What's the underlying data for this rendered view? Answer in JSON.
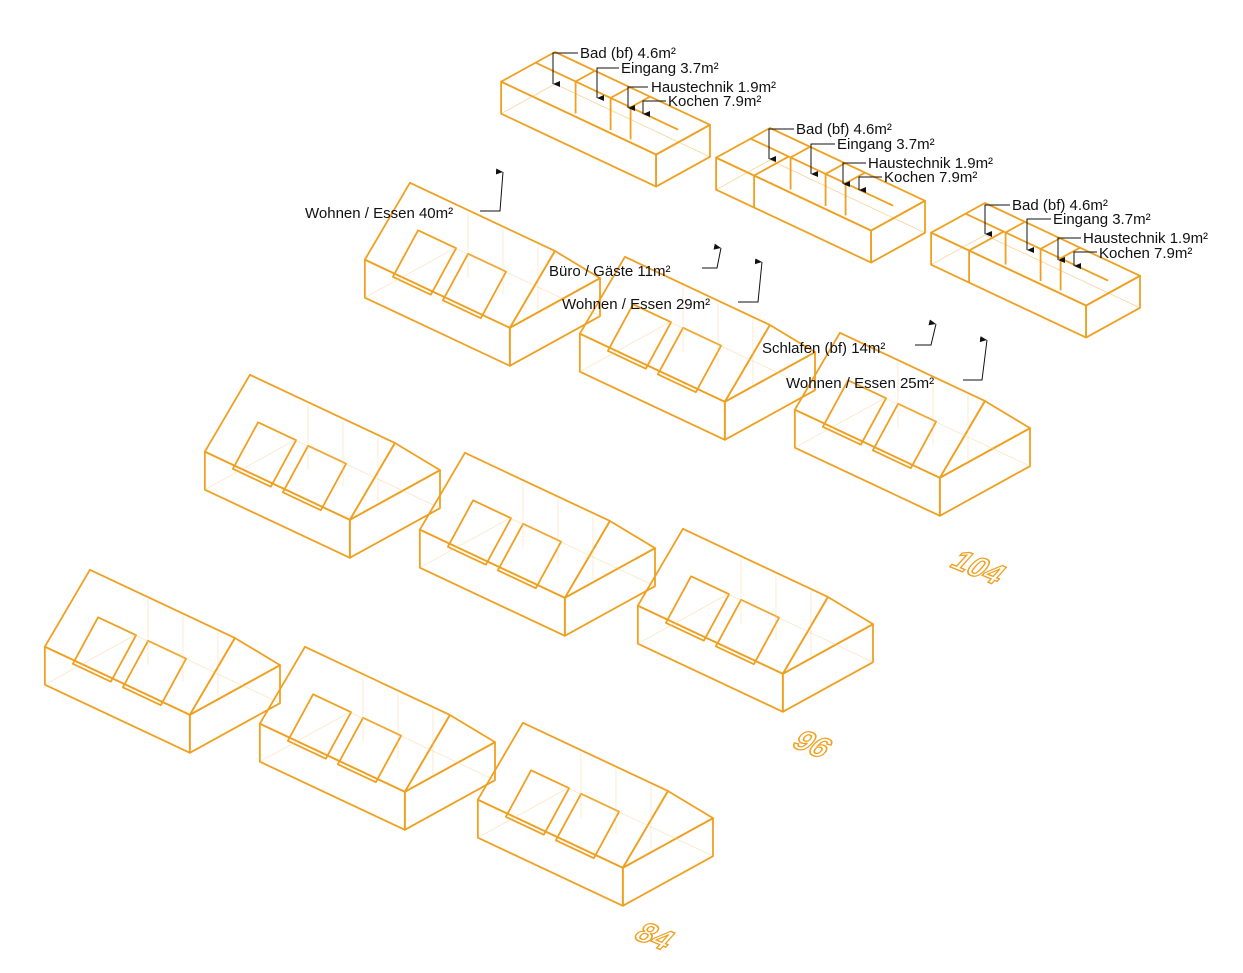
{
  "colors": {
    "accent": "#F0A020",
    "ink": "#111111",
    "background": "#FFFFFF"
  },
  "sizes": [
    {
      "value": "104"
    },
    {
      "value": "96"
    },
    {
      "value": "84"
    }
  ],
  "plans": [
    {
      "labels": {
        "bad": "Bad (bf) 4.6m²",
        "eingang": "Eingang 3.7m²",
        "haustechnik": "Haustechnik 1.9m²",
        "kochen": "Kochen 7.9m²",
        "wohnen": "Wohnen / Essen 40m²"
      }
    },
    {
      "labels": {
        "bad": "Bad (bf) 4.6m²",
        "eingang": "Eingang 3.7m²",
        "haustechnik": "Haustechnik 1.9m²",
        "kochen": "Kochen 7.9m²",
        "buero": "Büro / Gäste 11m²",
        "wohnen": "Wohnen / Essen 29m²"
      }
    },
    {
      "labels": {
        "bad": "Bad (bf) 4.6m²",
        "eingang": "Eingang 3.7m²",
        "haustechnik": "Haustechnik 1.9m²",
        "kochen": "Kochen 7.9m²",
        "schlafen": "Schlafen (bf) 14m²",
        "wohnen": "Wohnen / Essen 25m²"
      }
    }
  ]
}
